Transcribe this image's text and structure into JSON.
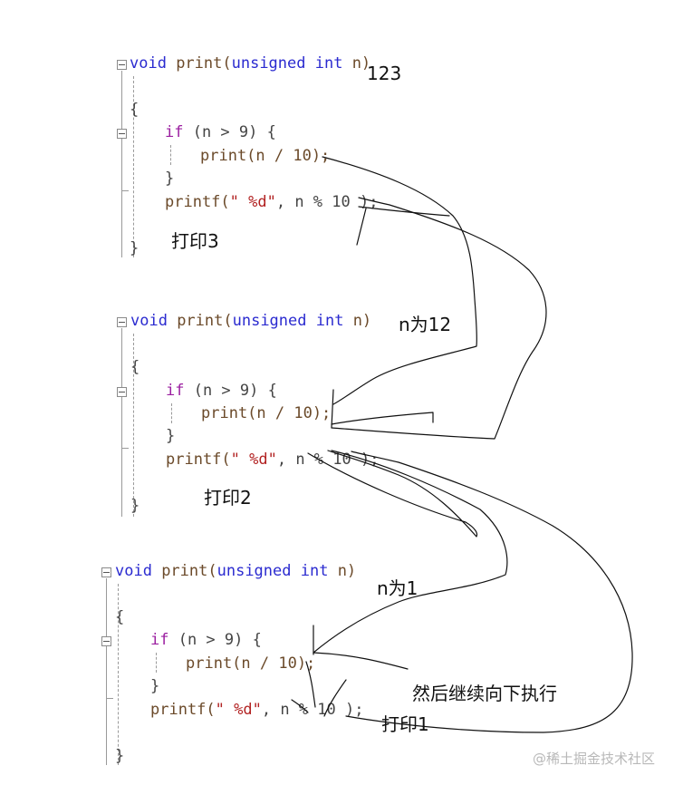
{
  "code_line": {
    "kw_void": "void",
    "fn_print": " print(",
    "kw_unsigned": "unsigned",
    "kw_int": " int",
    "param_n": " n)",
    "brace_open": "{",
    "ctl_if": "if",
    "cond": " (n > 9) {",
    "recurse": "print(n / 10);",
    "brace_close_inner": "}",
    "printf_name": "printf(",
    "printf_fmt": "\" %d\"",
    "printf_args": ", n % 10 );",
    "brace_close": "}"
  },
  "annotations": {
    "result": "123",
    "print3": "打印3",
    "n_is_12": "n为12",
    "print2": "打印2",
    "n_is_1": "n为1",
    "continue": "然后继续向下执行",
    "print1": "打印1"
  },
  "watermark": "@稀土掘金技术社区",
  "colors": {
    "keyword": "#2b2bd0",
    "control": "#9b1fa0",
    "string": "#b22222",
    "ink": "#111111"
  }
}
